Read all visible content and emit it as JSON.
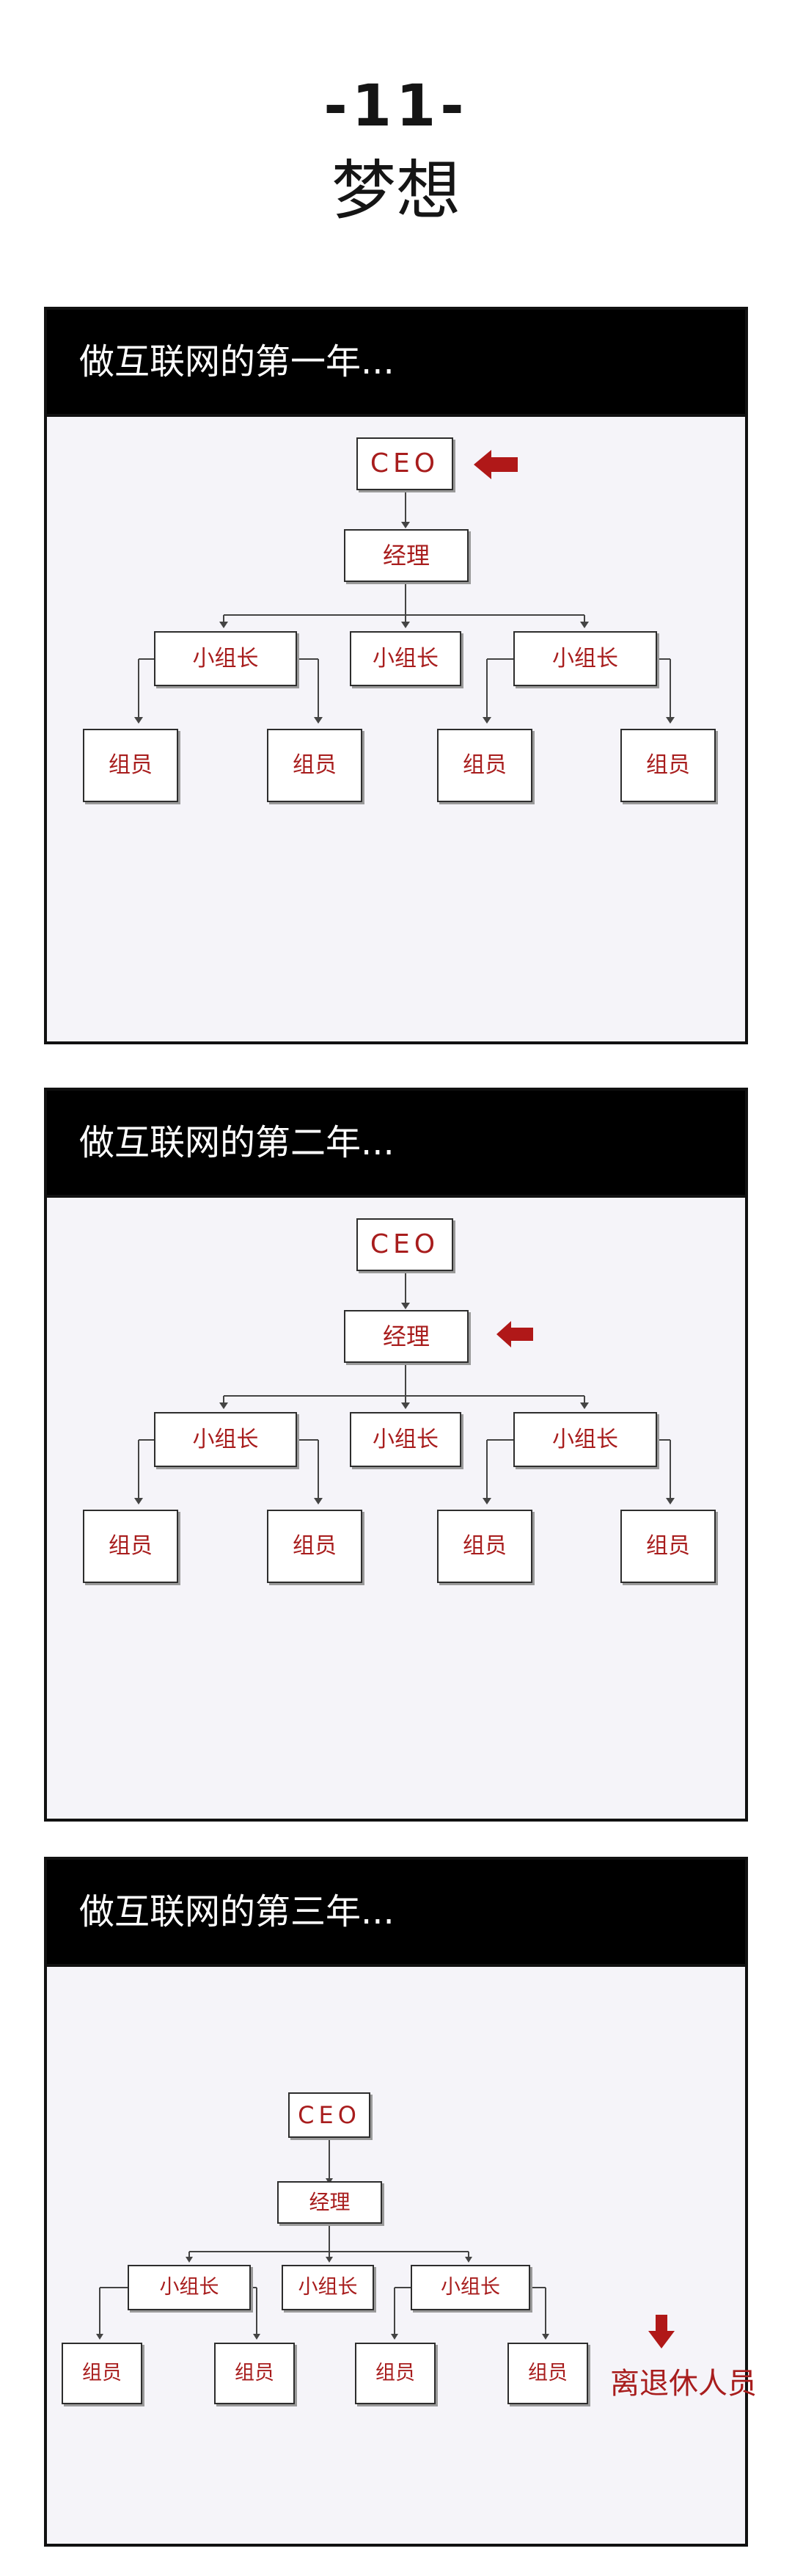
{
  "header": {
    "number": "-11-",
    "title": "梦想"
  },
  "colors": {
    "ink": "#a81d1d",
    "frame": "#111111",
    "panel_bg": "#f5f4f9"
  },
  "panels": [
    {
      "caption": "做互联网的第一年...",
      "org": {
        "ceo": "CEO",
        "manager": "经理",
        "leads": [
          "小组长",
          "小组长",
          "小组长"
        ],
        "members": [
          "组员",
          "组员",
          "组员",
          "组员"
        ]
      },
      "highlight": "ceo",
      "marker_icon": "left-arrow-icon"
    },
    {
      "caption": "做互联网的第二年...",
      "org": {
        "ceo": "CEO",
        "manager": "经理",
        "leads": [
          "小组长",
          "小组长",
          "小组长"
        ],
        "members": [
          "组员",
          "组员",
          "组员",
          "组员"
        ]
      },
      "highlight": "manager",
      "marker_icon": "left-arrow-icon"
    },
    {
      "caption": "做互联网的第三年...",
      "org": {
        "ceo": "CEO",
        "manager": "经理",
        "leads": [
          "小组长",
          "小组长",
          "小组长"
        ],
        "members": [
          "组员",
          "组员",
          "组员",
          "组员"
        ]
      },
      "highlight": "retired",
      "marker_icon": "down-arrow-icon",
      "note": "离退休人员"
    }
  ]
}
